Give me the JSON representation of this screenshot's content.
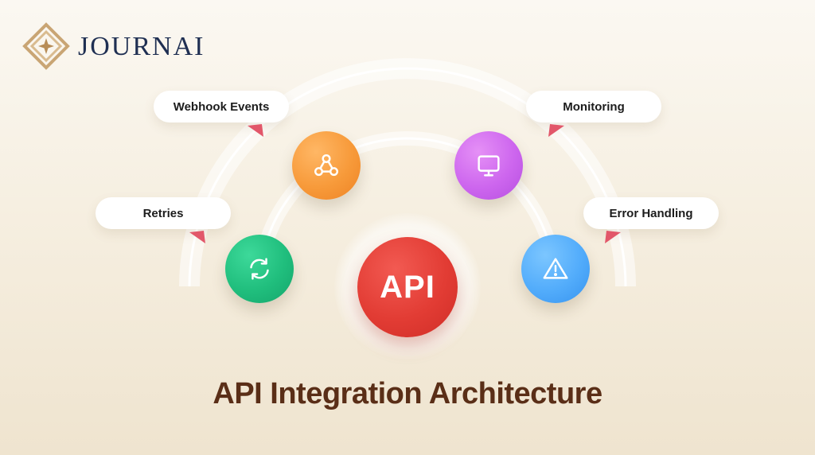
{
  "brand": {
    "name": "JOURNAI",
    "logo_icon": "diamond-star-icon",
    "color": "#1f2f52",
    "accent": "#c9a574"
  },
  "center": {
    "label": "API",
    "color": "#e23c34"
  },
  "nodes": [
    {
      "id": "webhook",
      "label": "Webhook Events",
      "icon": "webhook-icon",
      "color": "#f79a3a"
    },
    {
      "id": "monitoring",
      "label": "Monitoring",
      "icon": "monitor-icon",
      "color": "#cd66ee"
    },
    {
      "id": "retries",
      "label": "Retries",
      "icon": "refresh-icon",
      "color": "#20be7d"
    },
    {
      "id": "error",
      "label": "Error Handling",
      "icon": "warning-icon",
      "color": "#52acfb"
    }
  ],
  "title": "API Integration Architecture",
  "pointer_color": "#e2576a"
}
